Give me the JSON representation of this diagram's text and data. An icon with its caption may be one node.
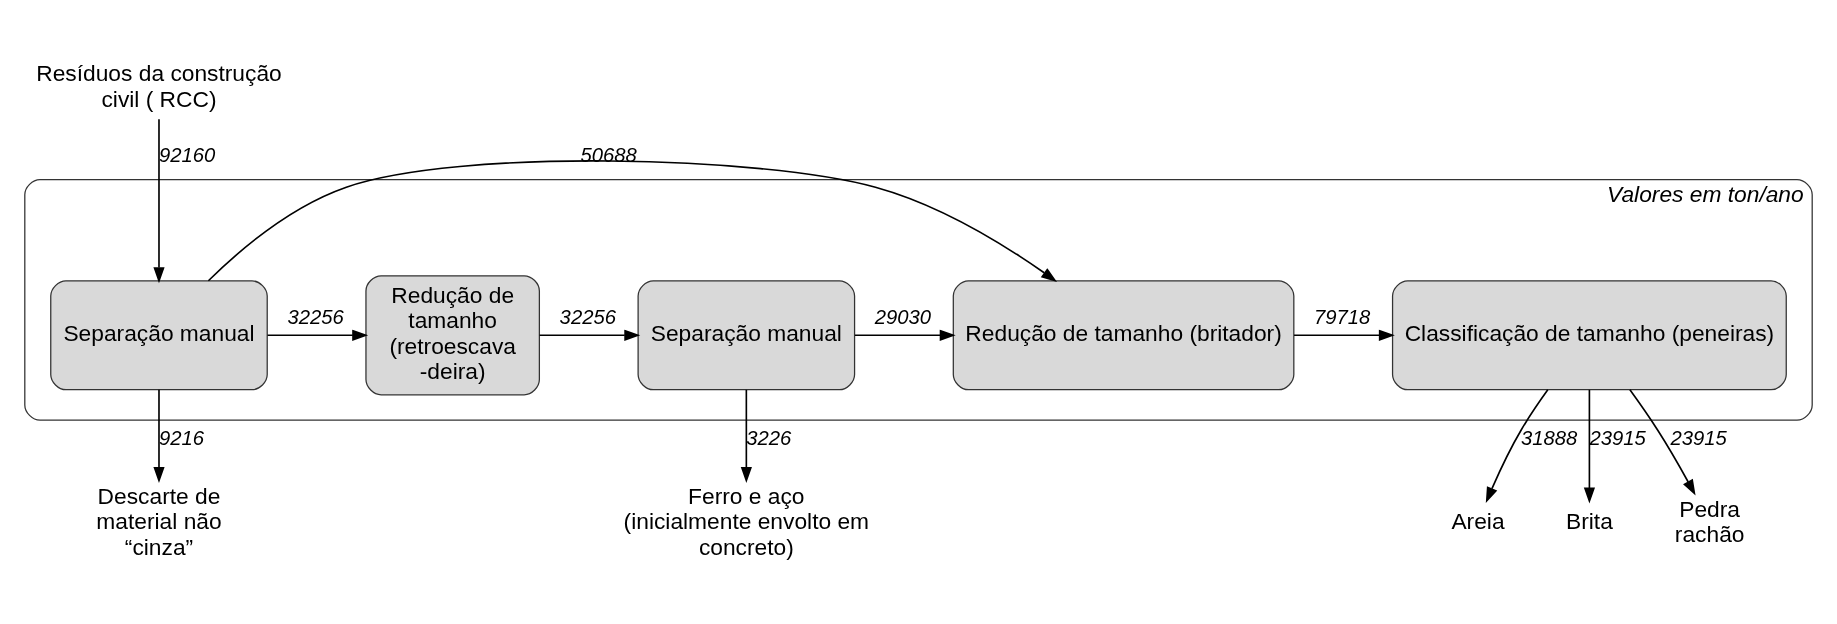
{
  "diagram": {
    "nodes": [
      {
        "text": [
          "Valores em ton/ano"
        ]
      },
      {
        "text": [
          "Separação manual"
        ],
        "in": 0
      },
      {
        "text": [
          "Redução de tamanho (retroescava -deira)"
        ],
        "in": 0
      },
      {
        "text": [
          "Separação manual"
        ],
        "in": 0
      },
      {
        "text": [
          "Redução de tamanho (britador)"
        ],
        "in": 0
      },
      {
        "text": [
          "Classificação de tamanho (peneiras)"
        ],
        "in": 0
      },
      {
        "text": [
          "Resíduos da construção civil ( RCC)"
        ]
      },
      {
        "text": [
          "Descarte de material não “cinza”"
        ]
      },
      {
        "text": [
          "Ferro e aço (inicialmente envolto em concreto)"
        ]
      },
      {
        "text": [
          "Areia"
        ]
      },
      {
        "text": [
          "Brita"
        ]
      },
      {
        "text": [
          "Pedra rachão"
        ]
      }
    ],
    "edges": [
      {
        "from": 6,
        "to": 1,
        "arrow": "to",
        "label": "92160"
      },
      {
        "from": 1,
        "to": 4,
        "arrow": "to",
        "label": "50688"
      },
      {
        "from": 1,
        "to": 2,
        "arrow": "to",
        "label": "32256"
      },
      {
        "from": 2,
        "to": 3,
        "arrow": "to",
        "label": "32256"
      },
      {
        "from": 3,
        "to": 4,
        "arrow": "to",
        "label": "29030"
      },
      {
        "from": 4,
        "to": 5,
        "arrow": "to",
        "label": "79718"
      },
      {
        "from": 1,
        "to": 7,
        "arrow": "to",
        "label": "9216"
      },
      {
        "from": 3,
        "to": 8,
        "arrow": "to",
        "label": "3226"
      },
      {
        "from": 5,
        "to": 9,
        "arrow": "to",
        "label": "31888"
      },
      {
        "from": 5,
        "to": 10,
        "arrow": "to",
        "label": "23915"
      },
      {
        "from": 5,
        "to": 11,
        "arrow": "to",
        "label": "23915"
      }
    ]
  }
}
